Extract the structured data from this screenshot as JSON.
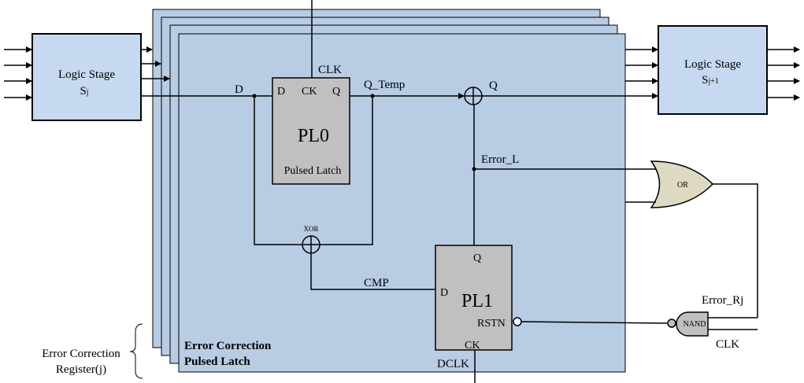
{
  "logic_stage_left": {
    "line1": "Logic Stage",
    "sub_main": "S",
    "sub_idx": "j"
  },
  "logic_stage_right": {
    "line1": "Logic Stage",
    "sub_main": "S",
    "sub_idx": "j+1"
  },
  "pl0": {
    "name": "PL0",
    "desc": "Pulsed Latch",
    "d": "D",
    "ck": "CK",
    "q": "Q"
  },
  "pl1": {
    "name": "PL1",
    "q": "Q",
    "d": "D",
    "rstn": "RSTN",
    "ck": "CK"
  },
  "signals": {
    "d": "D",
    "clk_top": "CLK",
    "q_temp": "Q_Temp",
    "q_out": "Q",
    "error_l": "Error_L",
    "xor": "XOR",
    "cmp": "CMP",
    "error_rj": "Error_Rj",
    "clk_bottom": "CLK",
    "dclk": "DCLK"
  },
  "gates": {
    "or": "OR",
    "nand": "NAND"
  },
  "panel_label": {
    "line1": "Error Correction",
    "line2": "Pulsed Latch"
  },
  "register_label": {
    "line1": "Error Correction",
    "line2": "Register(j)"
  },
  "colors": {
    "panel": "#b8cce4",
    "stage": "#c6d9f1",
    "latch": "#c0c0c0",
    "gate": "#ddd9c3"
  }
}
